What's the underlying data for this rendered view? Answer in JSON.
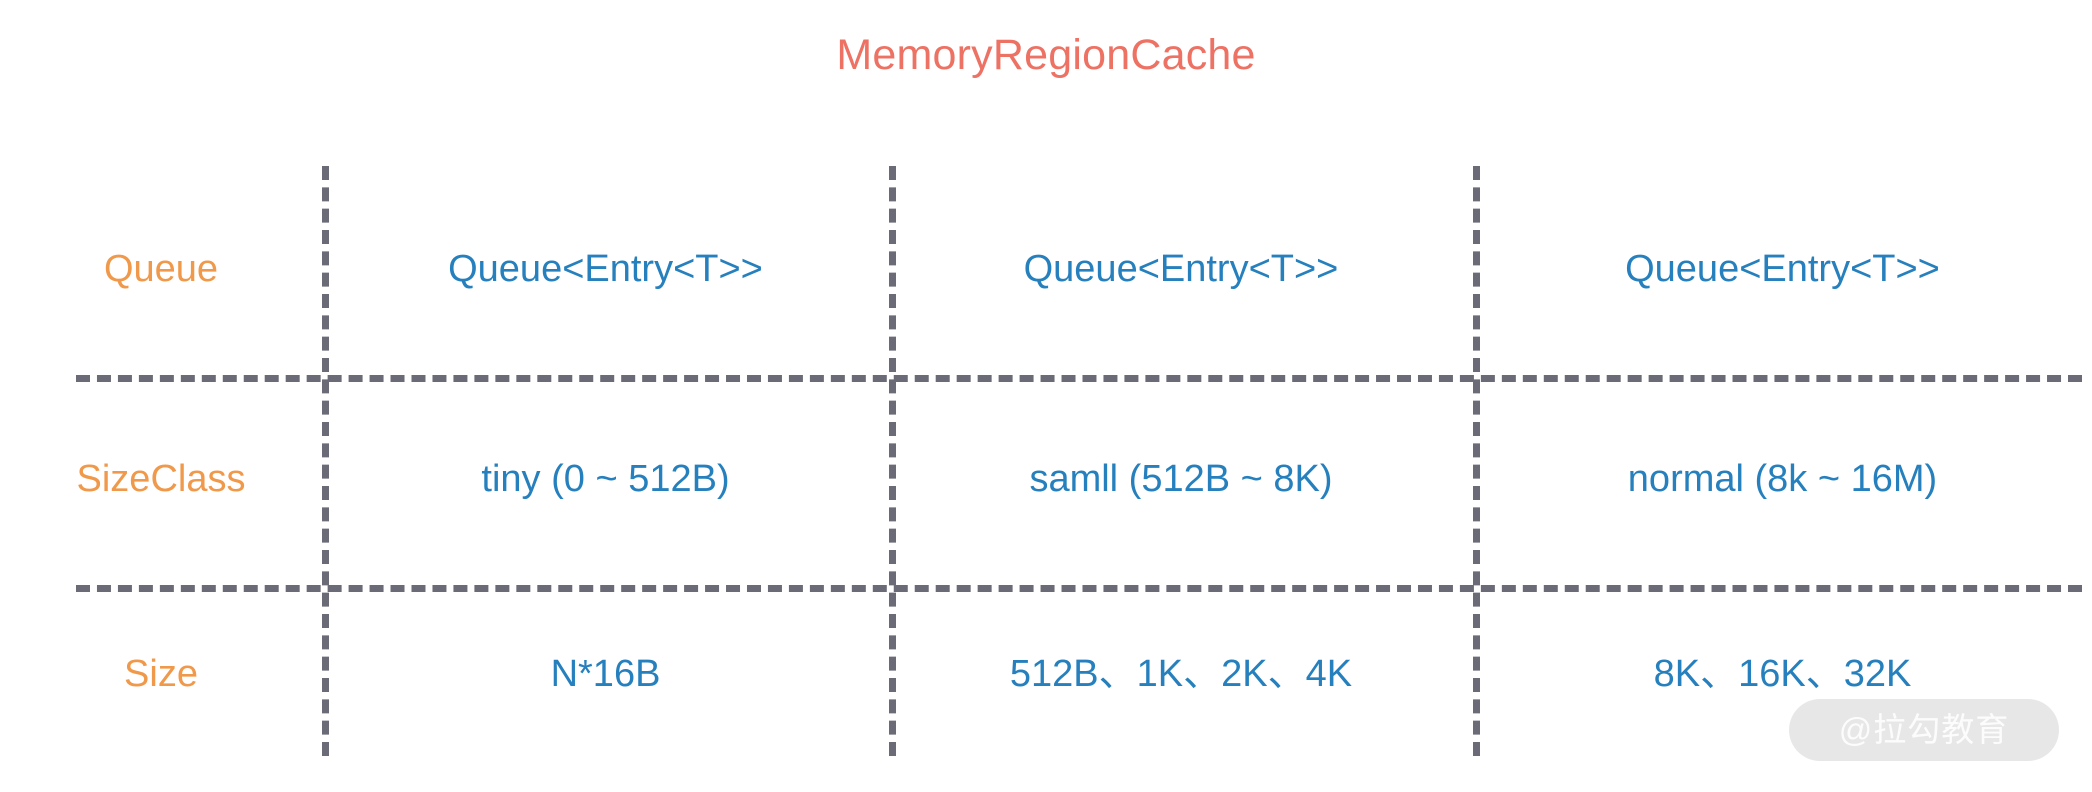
{
  "title": "MemoryRegionCache",
  "colors": {
    "title": "#ed7264",
    "row_label": "#f0994a",
    "cell_value": "#2680bd",
    "grid_line": "#6b6b77",
    "background": "#ffffff"
  },
  "table": {
    "row_labels": [
      "Queue",
      "SizeClass",
      "Size"
    ],
    "rows": [
      {
        "label": "Queue",
        "cells": [
          "Queue<Entry<T>>",
          "Queue<Entry<T>>",
          "Queue<Entry<T>>"
        ]
      },
      {
        "label": "SizeClass",
        "cells": [
          "tiny (0 ~ 512B)",
          "samll (512B ~ 8K)",
          "normal (8k ~ 16M)"
        ]
      },
      {
        "label": "Size",
        "cells": [
          "N*16B",
          "512B、1K、2K、4K",
          "8K、16K、32K"
        ]
      }
    ]
  },
  "watermark": {
    "text": "@拉勾教育"
  }
}
